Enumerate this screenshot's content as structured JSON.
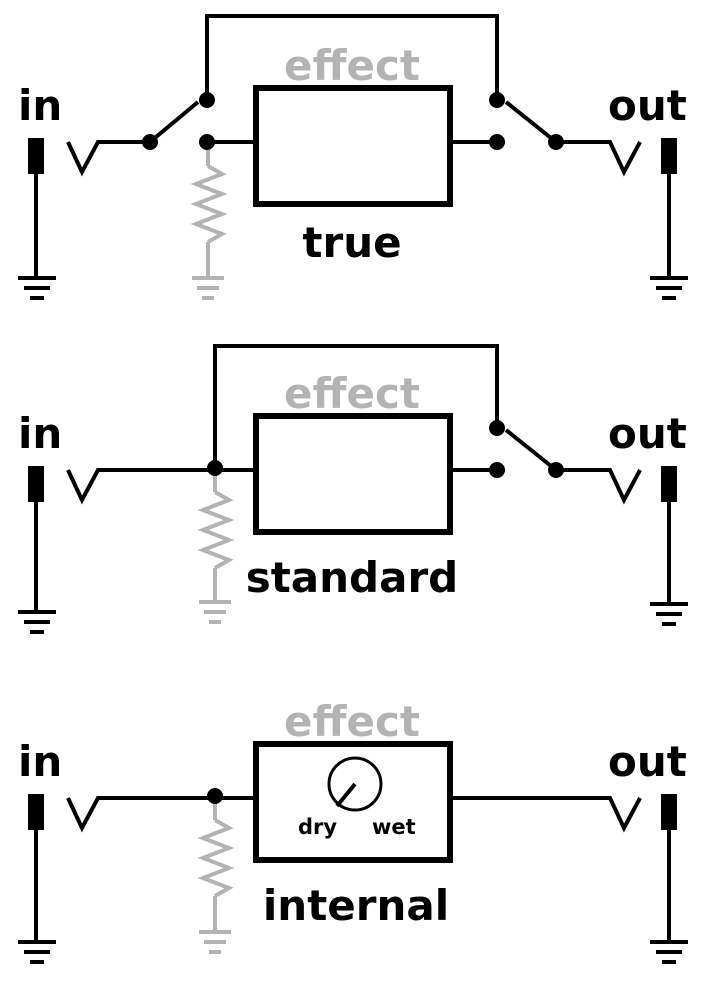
{
  "colors": {
    "wire": "#000000",
    "effect_label": "#b3b3b3",
    "pulldown": "#b3b3b3",
    "background": "#ffffff"
  },
  "panels": [
    {
      "input_label": "in",
      "output_label": "out",
      "effect_label": "effect",
      "mode_label": "true"
    },
    {
      "input_label": "in",
      "output_label": "out",
      "effect_label": "effect",
      "mode_label": "standard"
    },
    {
      "input_label": "in",
      "output_label": "out",
      "effect_label": "effect",
      "mode_label": "internal",
      "knob": {
        "dry_label": "dry",
        "wet_label": "wet"
      }
    }
  ]
}
